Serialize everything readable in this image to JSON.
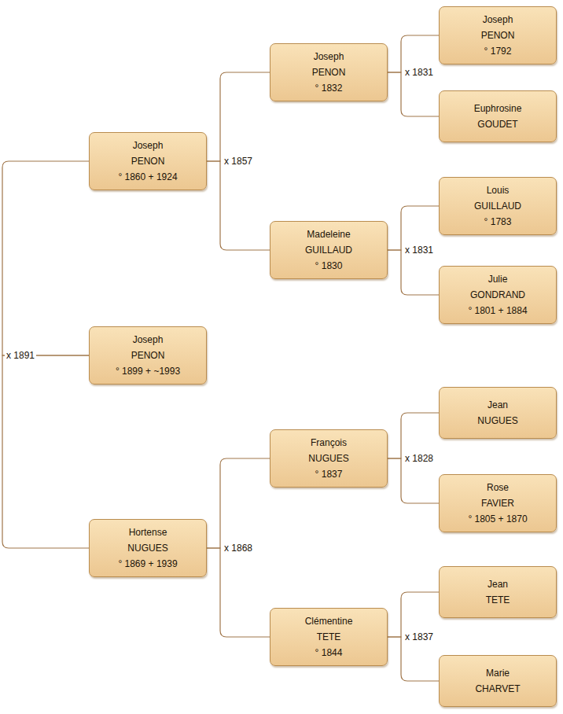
{
  "diagram": {
    "nodes": [
      {
        "text": [
          "Joseph",
          "PENON",
          "° 1792"
        ]
      },
      {
        "text": [
          "Joseph",
          "PENON",
          "° 1832"
        ]
      },
      {
        "text": [
          "Euphrosine",
          "GOUDET"
        ]
      },
      {
        "text": [
          "Joseph",
          "PENON",
          "° 1860 + 1924"
        ]
      },
      {
        "text": [
          "Louis",
          "GUILLAUD",
          "° 1783"
        ]
      },
      {
        "text": [
          "Madeleine",
          "GUILLAUD",
          "° 1830"
        ]
      },
      {
        "text": [
          "Julie",
          "GONDRAND",
          "° 1801 + 1884"
        ]
      },
      {
        "text": [
          "Joseph",
          "PENON",
          "° 1899 + ~1993"
        ]
      },
      {
        "text": [
          "Jean",
          "NUGUES"
        ]
      },
      {
        "text": [
          "François",
          "NUGUES",
          "° 1837"
        ]
      },
      {
        "text": [
          "Rose",
          "FAVIER",
          "° 1805 + 1870"
        ]
      },
      {
        "text": [
          "Hortense",
          "NUGUES",
          "° 1869 + 1939"
        ]
      },
      {
        "text": [
          "Jean",
          "TETE"
        ]
      },
      {
        "text": [
          "Clémentine",
          "TETE",
          "° 1844"
        ]
      },
      {
        "text": [
          "Marie",
          "CHARVET"
        ]
      }
    ],
    "edges": [
      {
        "from": 1,
        "to": 0,
        "arrow": "none",
        "label": "x 1831"
      },
      {
        "from": 1,
        "to": 2,
        "arrow": "none"
      },
      {
        "from": 3,
        "to": 1,
        "arrow": "none",
        "label": "x 1857"
      },
      {
        "from": 3,
        "to": 5,
        "arrow": "none"
      },
      {
        "from": 5,
        "to": 4,
        "arrow": "none",
        "label": "x 1831"
      },
      {
        "from": 5,
        "to": 6,
        "arrow": "none"
      },
      {
        "from": 7,
        "to": 3,
        "arrow": "none",
        "label": "x 1891"
      },
      {
        "from": 7,
        "to": 11,
        "arrow": "none"
      },
      {
        "from": 9,
        "to": 8,
        "arrow": "none",
        "label": "x 1828"
      },
      {
        "from": 9,
        "to": 10,
        "arrow": "none"
      },
      {
        "from": 11,
        "to": 9,
        "arrow": "none",
        "label": "x 1868"
      },
      {
        "from": 11,
        "to": 13,
        "arrow": "none"
      },
      {
        "from": 13,
        "to": 12,
        "arrow": "none",
        "label": "x 1837"
      },
      {
        "from": 13,
        "to": 14,
        "arrow": "none"
      }
    ]
  }
}
